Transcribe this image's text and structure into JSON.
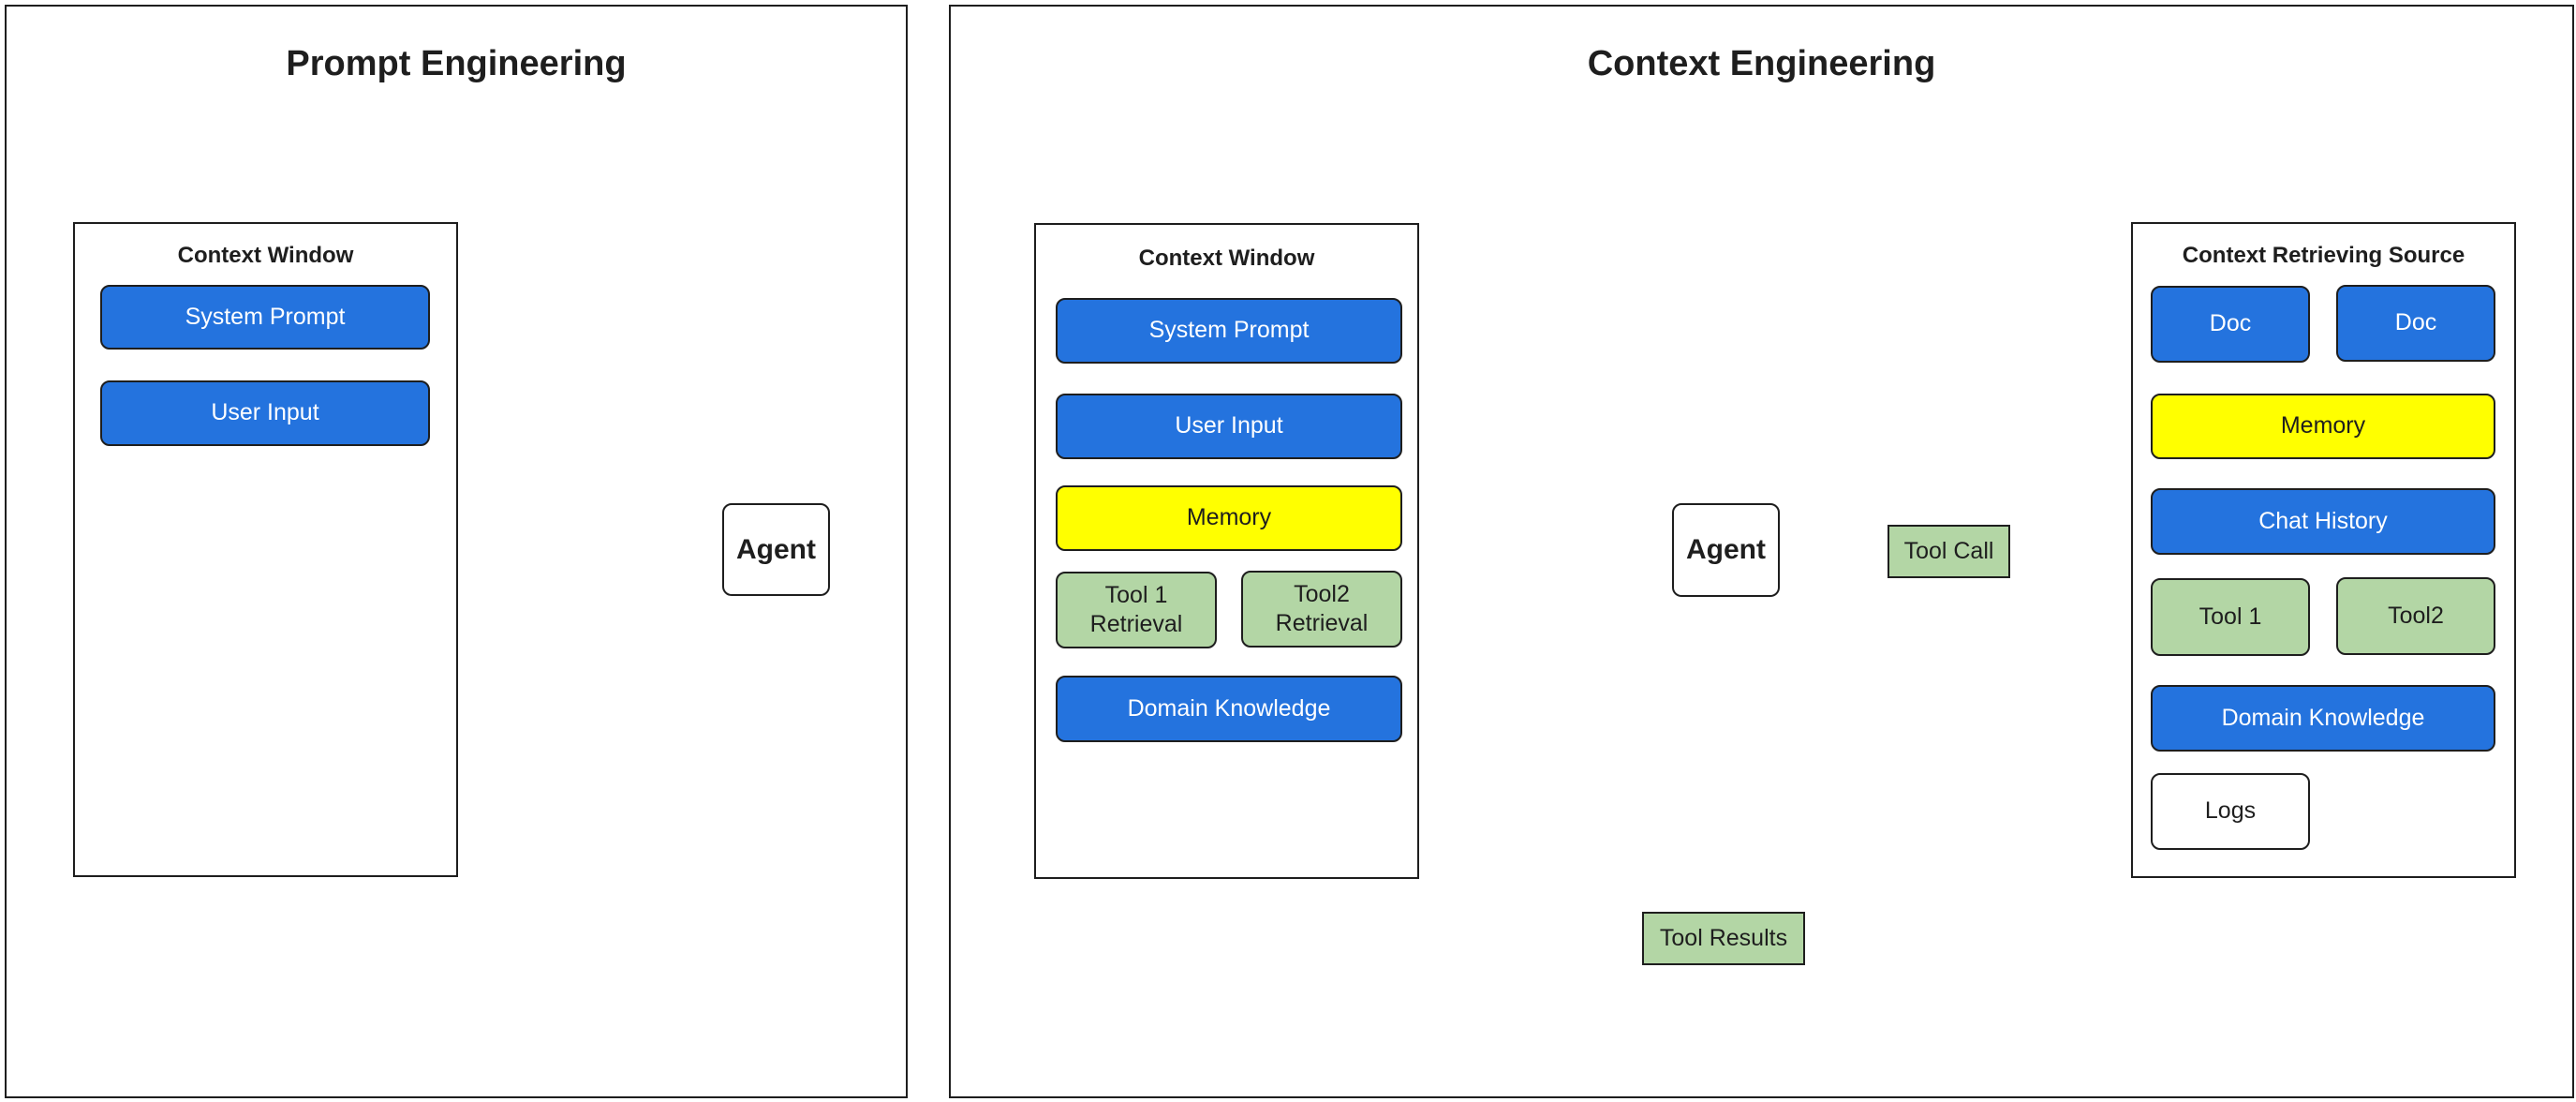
{
  "prompt_panel": {
    "title": "Prompt Engineering",
    "context_window": {
      "title": "Context Window",
      "items": [
        "System Prompt",
        "User Input"
      ]
    },
    "agent": "Agent"
  },
  "context_panel": {
    "title": "Context Engineering",
    "context_window": {
      "title": "Context Window",
      "system_prompt": "System Prompt",
      "user_input": "User Input",
      "memory": "Memory",
      "tool1_retrieval": "Tool 1\nRetrieval",
      "tool2_retrieval": "Tool2\nRetrieval",
      "domain_knowledge": "Domain Knowledge"
    },
    "agent": "Agent",
    "tool_call": "Tool Call",
    "tool_results": "Tool Results",
    "source": {
      "title": "Context Retrieving Source",
      "doc1": "Doc",
      "doc2": "Doc",
      "memory": "Memory",
      "chat_history": "Chat History",
      "tool1": "Tool 1",
      "tool2": "Tool2",
      "domain_knowledge": "Domain Knowledge",
      "logs": "Logs"
    }
  },
  "colors": {
    "blue": "#2473de",
    "yellow": "#ffff00",
    "green": "#b3d6a5",
    "stroke": "#1e1e1e"
  }
}
